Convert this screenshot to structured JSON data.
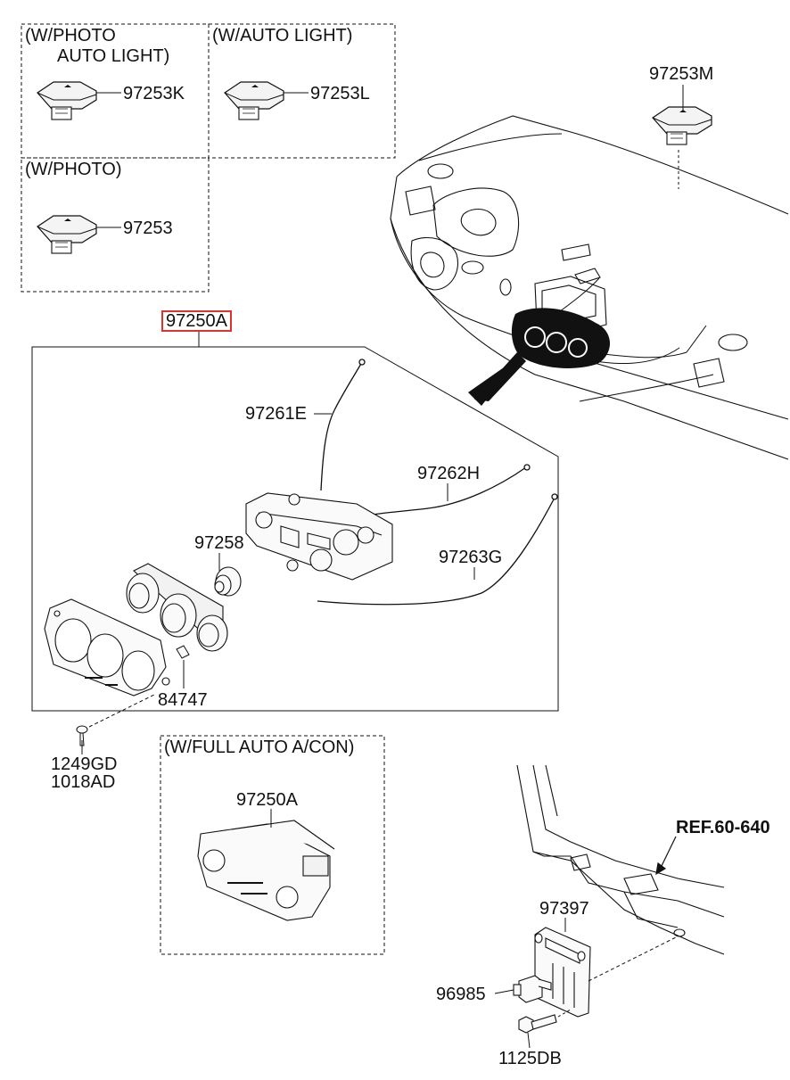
{
  "options": {
    "photo_auto_light_line1": "(W/PHOTO",
    "photo_auto_light_line2": "AUTO LIGHT)",
    "auto_light": "(W/AUTO LIGHT)",
    "photo": "(W/PHOTO)",
    "full_auto_acon": "(W/FULL AUTO A/CON)"
  },
  "parts": {
    "p97253K": "97253K",
    "p97253L": "97253L",
    "p97253": "97253",
    "p97253M": "97253M",
    "p97250A_main": "97250A",
    "p97261E": "97261E",
    "p97262H": "97262H",
    "p97258": "97258",
    "p97263G": "97263G",
    "p84747": "84747",
    "p1249GD": "1249GD",
    "p1018AD": "1018AD",
    "p97250A_full_auto": "97250A",
    "ref": "REF.60-640",
    "p97397": "97397",
    "p96985": "96985",
    "p1125DB": "1125DB"
  },
  "colors": {
    "highlight_box": "#e0342a",
    "line": "#111111"
  }
}
